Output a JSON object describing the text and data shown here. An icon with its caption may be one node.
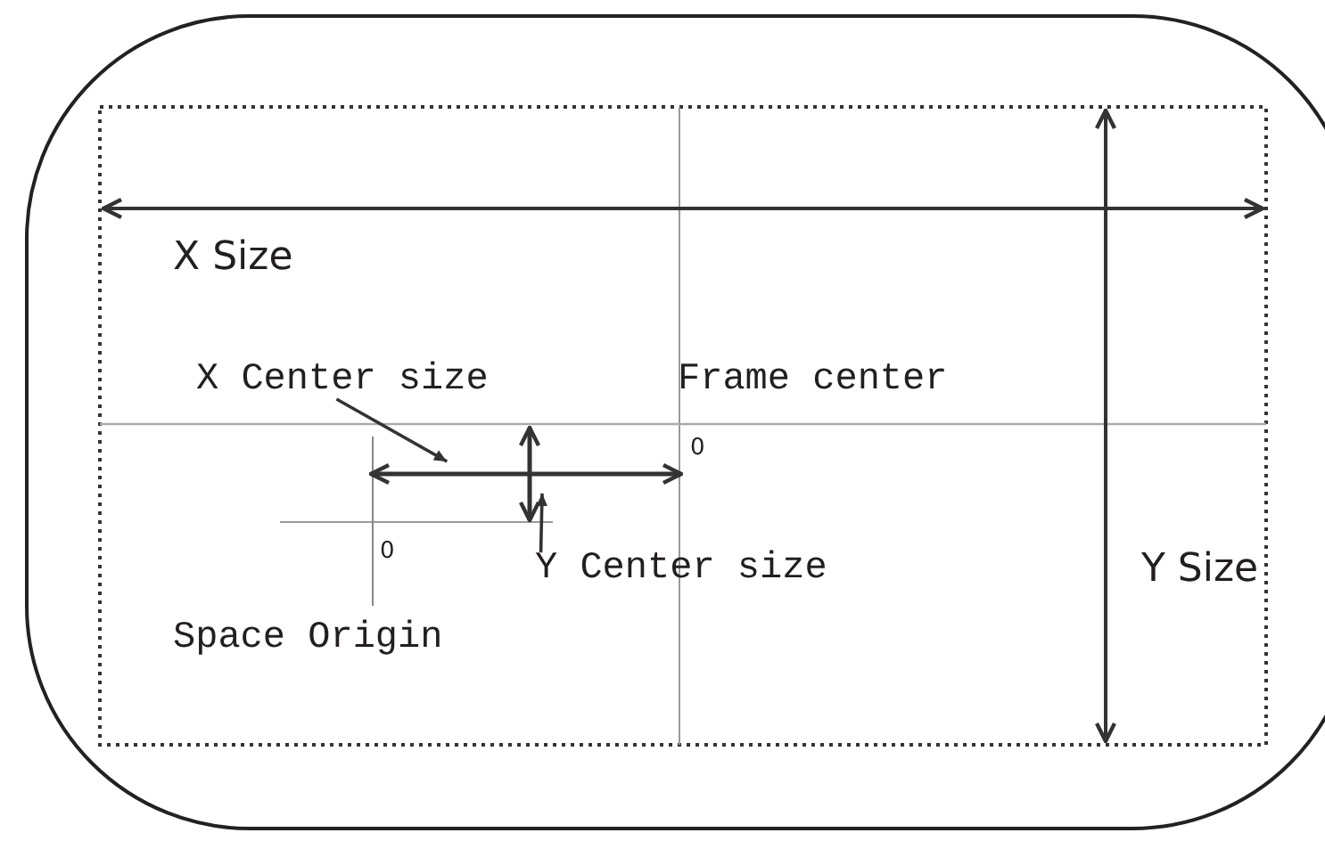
{
  "diagram": {
    "nodes": [
      {
        "text": [
          "X Center size"
        ]
      },
      {
        "text": [
          "Y Center size"
        ]
      },
      {
        "text": [],
        "shape": "arrow"
      },
      {
        "text": [],
        "shape": "arrow"
      }
    ],
    "edges": [
      {
        "from": 0,
        "to": 2,
        "arrow": "to"
      },
      {
        "from": 1,
        "to": 3,
        "arrow": "to"
      }
    ],
    "labels": [
      "X Size",
      "Frame center",
      "0",
      "0",
      "Y Size",
      "Space Origin"
    ]
  }
}
